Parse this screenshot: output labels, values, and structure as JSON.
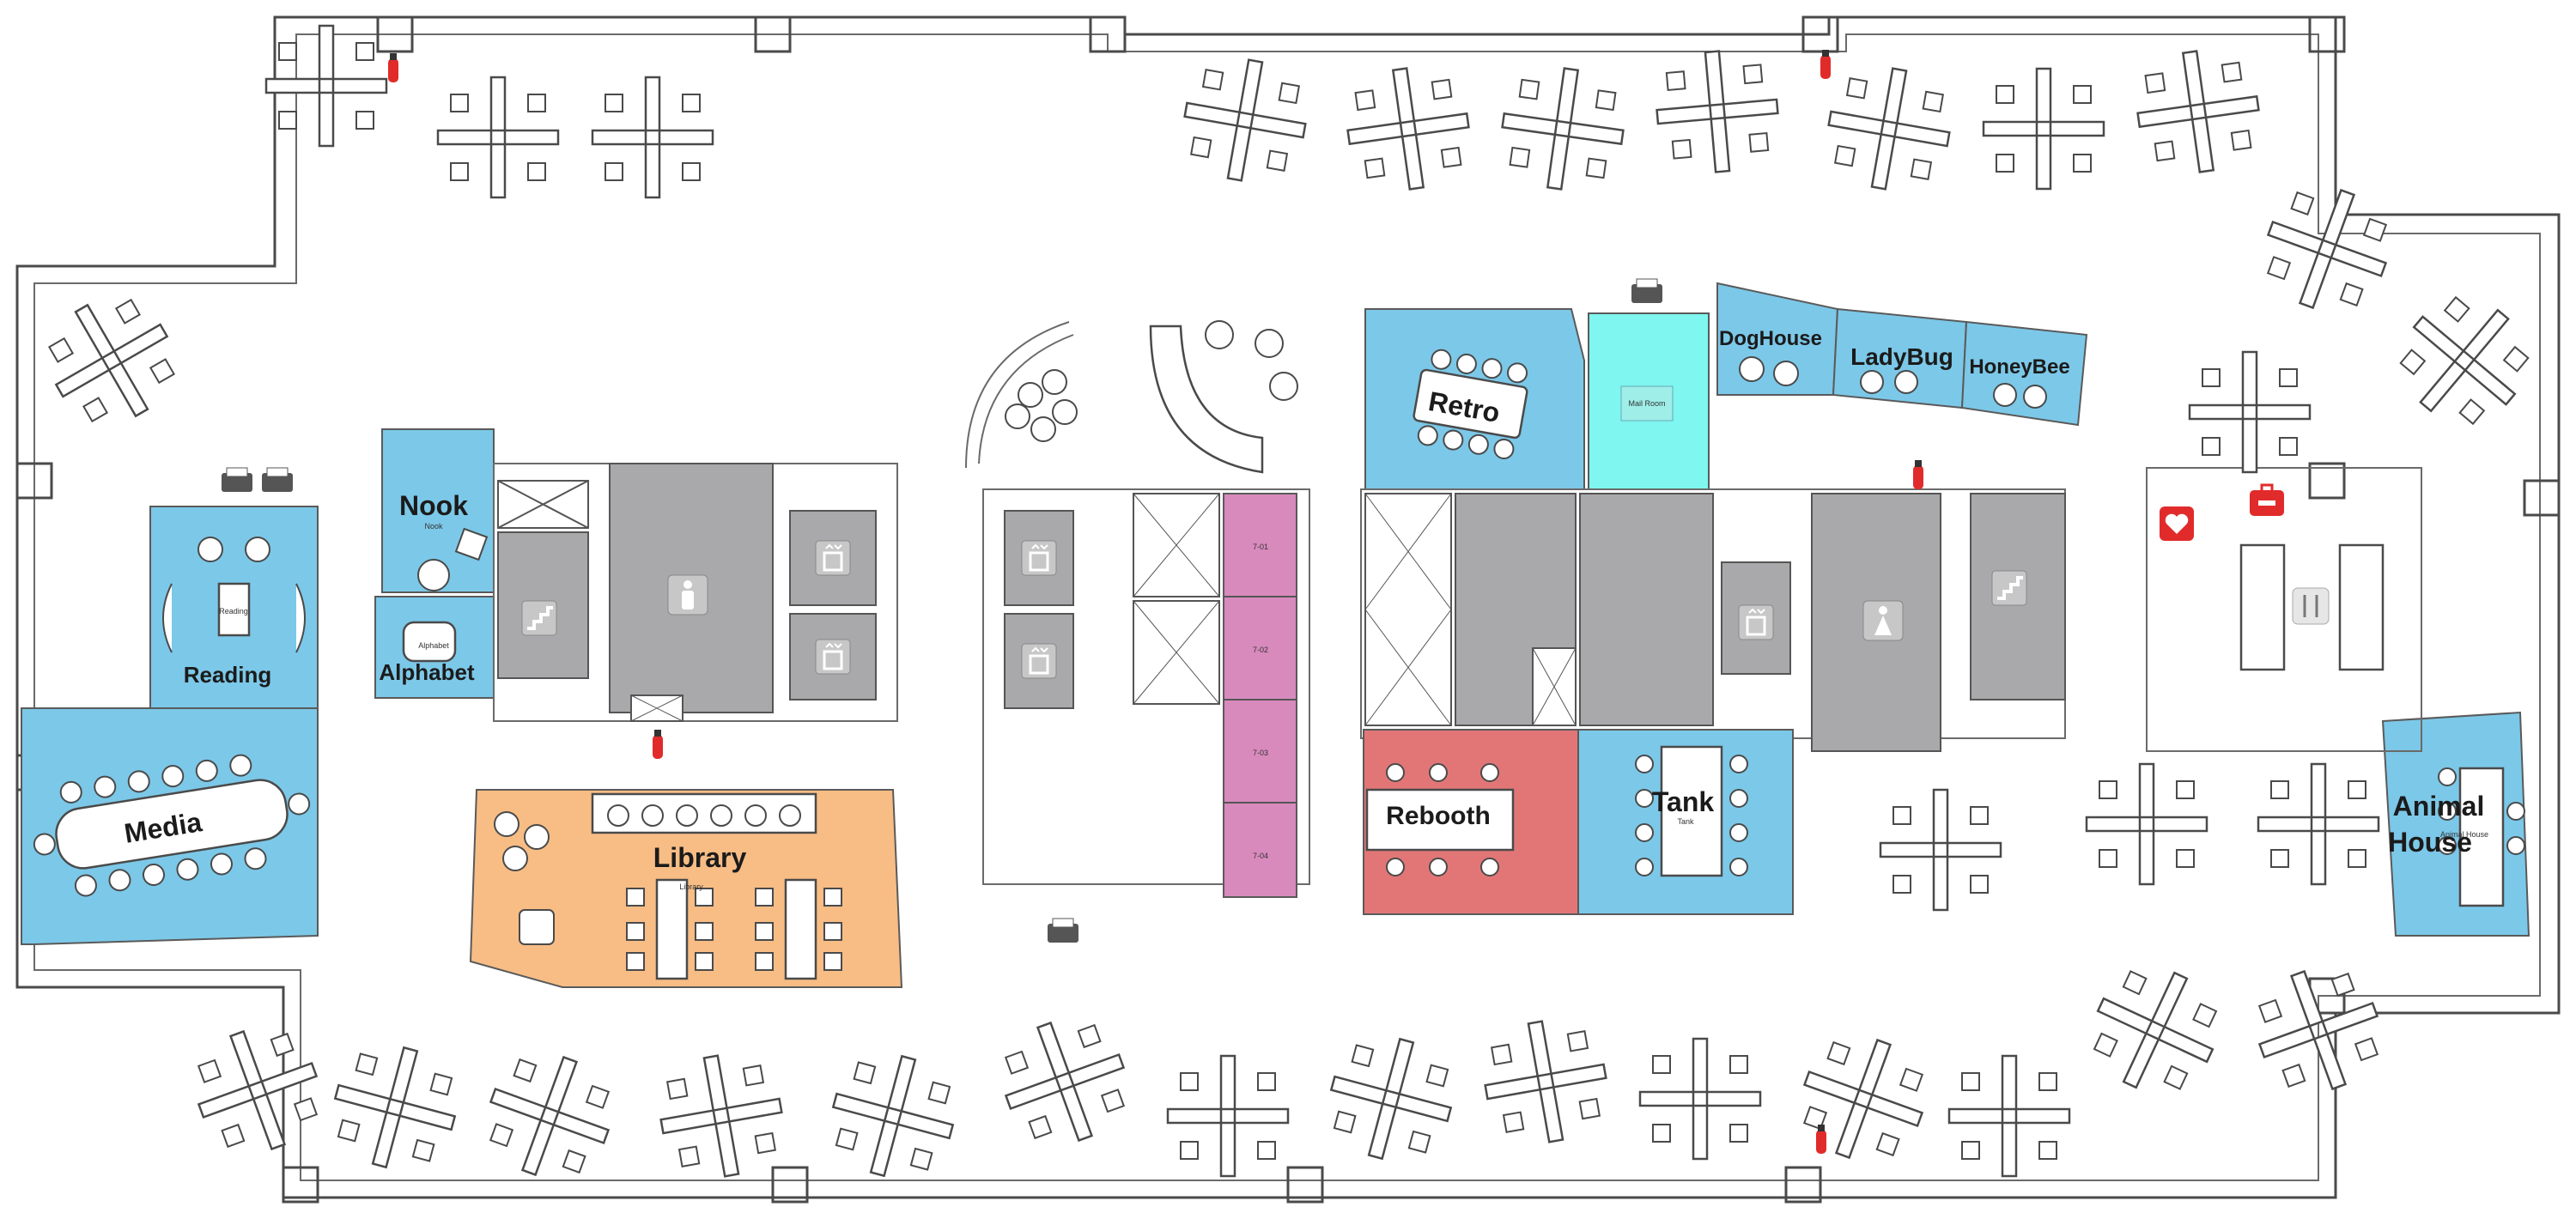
{
  "map": {
    "colors": {
      "meeting_blue": "#7cc8e8",
      "mail_cyan": "#7ff6ef",
      "library_orange": "#f7bd85",
      "phone_pink": "#d98abd",
      "rebooth_red": "#e27676",
      "core_gray": "#a9a9ab",
      "wall": "#4a4a4a"
    },
    "rooms": [
      {
        "id": "nook",
        "label": "Nook",
        "sublabel": "Nook",
        "color": "#7cc8e8"
      },
      {
        "id": "reading",
        "label": "Reading",
        "sublabel": "Reading",
        "color": "#7cc8e8"
      },
      {
        "id": "alphabet",
        "label": "Alphabet",
        "sublabel": "Alphabet",
        "color": "#7cc8e8"
      },
      {
        "id": "media",
        "label": "Media",
        "sublabel": "",
        "color": "#7cc8e8"
      },
      {
        "id": "library",
        "label": "Library",
        "sublabel": "Library",
        "color": "#f7bd85"
      },
      {
        "id": "retro",
        "label": "Retro",
        "sublabel": "",
        "color": "#7cc8e8"
      },
      {
        "id": "mailroom",
        "label": "",
        "sublabel": "Mail Room",
        "color": "#7ff6ef"
      },
      {
        "id": "doghouse",
        "label": "DogHouse",
        "sublabel": "",
        "color": "#7cc8e8"
      },
      {
        "id": "ladybug",
        "label": "LadyBug",
        "sublabel": "",
        "color": "#7cc8e8"
      },
      {
        "id": "honeybee",
        "label": "HoneyBee",
        "sublabel": "",
        "color": "#7cc8e8"
      },
      {
        "id": "rebooth",
        "label": "Rebooth",
        "sublabel": "",
        "color": "#e27676"
      },
      {
        "id": "tank",
        "label": "Tank",
        "sublabel": "Tank",
        "color": "#7cc8e8"
      },
      {
        "id": "animalhouse",
        "label": "Animal\nHouse",
        "label_line1": "Animal",
        "label_line2": "House",
        "sublabel": "Animal House",
        "color": "#7cc8e8"
      }
    ],
    "phone_booths": [
      "7-01",
      "7-02",
      "7-03",
      "7-04"
    ],
    "icons": [
      "fire-extinguisher-icon",
      "printer-icon",
      "restroom-men-icon",
      "restroom-women-icon",
      "elevator-icon",
      "stairs-icon",
      "aed-icon",
      "first-aid-icon",
      "kitchen-icon"
    ]
  }
}
